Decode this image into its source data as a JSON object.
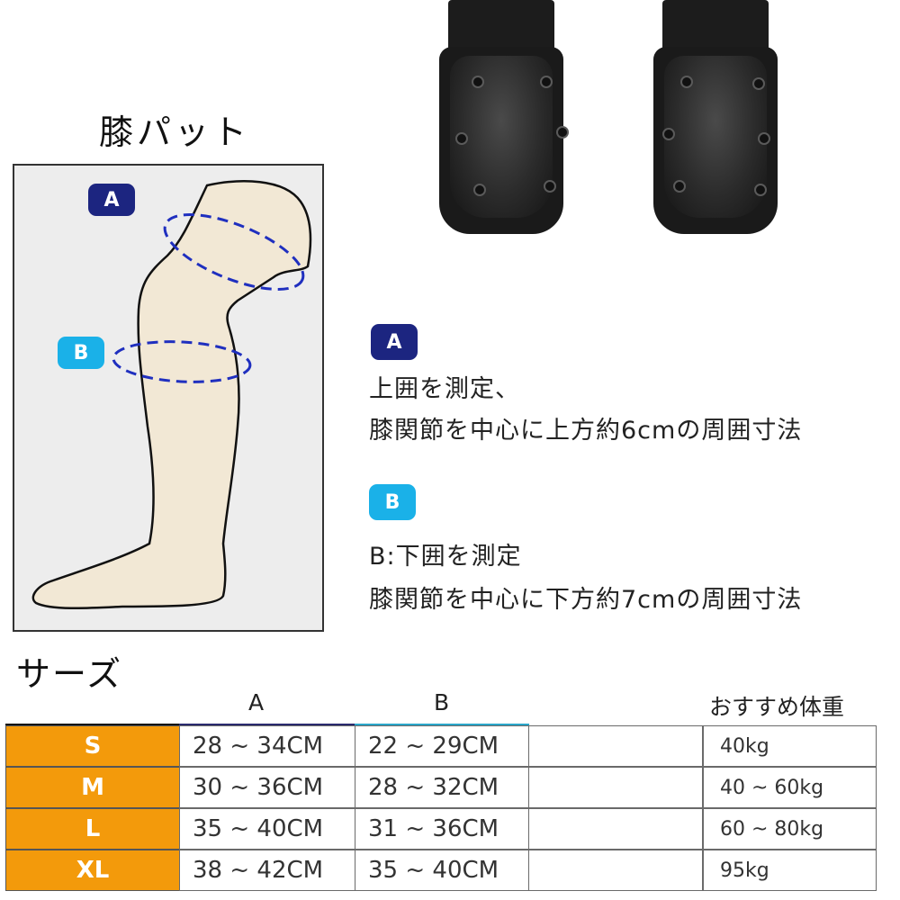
{
  "product_image": {
    "alt": "black knee pads pair",
    "pads": 2
  },
  "diagram": {
    "title": "膝パット",
    "badge_a": "A",
    "badge_b": "B",
    "colors": {
      "badge_a": "#1c2580",
      "badge_b": "#1ab1e8",
      "leg_fill": "#f2e8d5",
      "dash_line": "#1f2fbf",
      "panel_bg": "#ededed"
    }
  },
  "explanation": {
    "a": {
      "badge": "A",
      "line1": "上囲を測定、",
      "line2": "膝関節を中心に上方約6cmの周囲寸法"
    },
    "b": {
      "badge": "B",
      "line1": "B:下囲を測定",
      "line2": "膝関節を中心に下方約7cmの周囲寸法"
    }
  },
  "size_chart": {
    "title": "サーズ",
    "headers": {
      "a": "A",
      "b": "B",
      "weight": "おすすめ体重"
    },
    "rows": [
      {
        "size": "S",
        "a": "28 ~ 34CM",
        "b": "22 ~ 29CM",
        "weight": "40kg"
      },
      {
        "size": "M",
        "a": "30 ~ 36CM",
        "b": "28 ~ 32CM",
        "weight": "40 ~ 60kg"
      },
      {
        "size": "L",
        "a": "35 ~ 40CM",
        "b": "31 ~ 36CM",
        "weight": "60 ~ 80kg"
      },
      {
        "size": "XL",
        "a": "38 ~ 42CM",
        "b": "35 ~ 40CM",
        "weight": "95kg"
      }
    ],
    "colors": {
      "size_cell": "#f39a0b",
      "header_line_a": "#2a2a6e",
      "header_line_b": "#2aa6c9"
    }
  }
}
